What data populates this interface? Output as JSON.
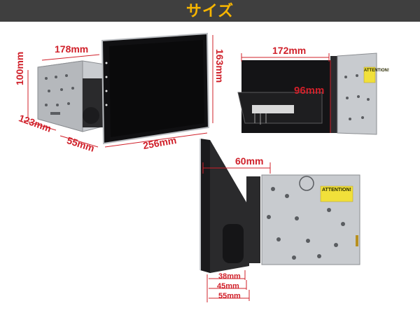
{
  "header": {
    "title": "サイズ"
  },
  "colors": {
    "header_bg": "#3f3f3f",
    "title": "#f7b500",
    "dimension": "#d0202a"
  },
  "panel_front": {
    "depth_label": "178mm",
    "height_label": "100mm",
    "side_label": "123mm",
    "bezel_label": "55mm",
    "screen_width_label": "256mm",
    "screen_height_label": "163mm"
  },
  "panel_rear": {
    "width_label": "172mm",
    "height_label": "96mm",
    "sticker_text": "ATTENTION!"
  },
  "panel_side": {
    "thickness_label": "60mm",
    "offset_1_label": "38mm",
    "offset_2_label": "45mm",
    "offset_3_label": "55mm",
    "sticker_text": "ATTENTION!"
  }
}
